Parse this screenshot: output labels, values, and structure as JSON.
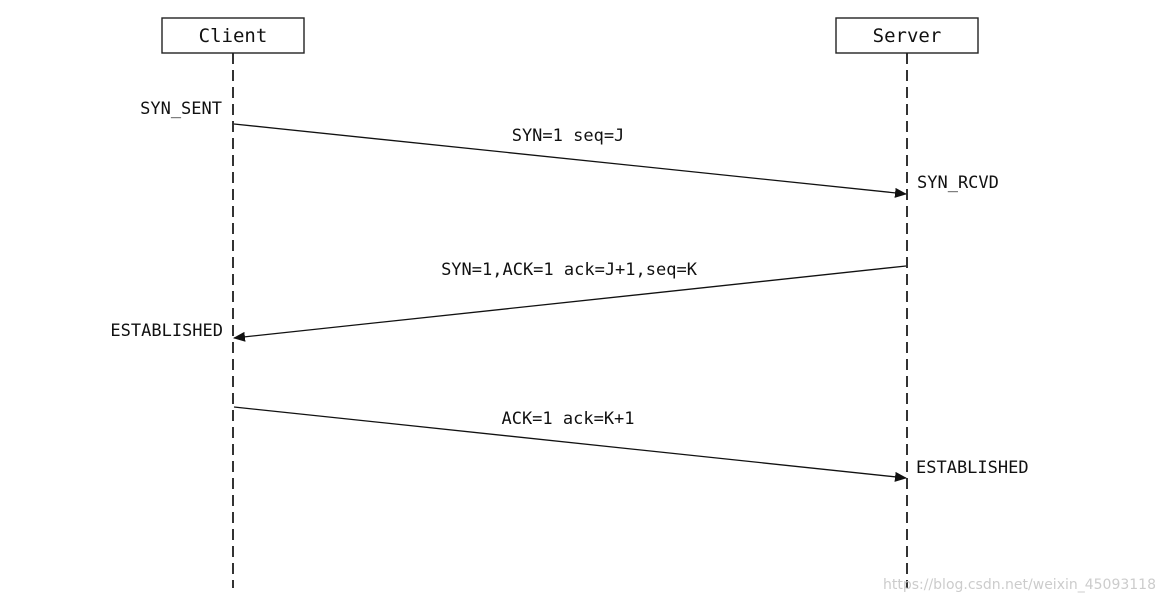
{
  "participants": {
    "client": "Client",
    "server": "Server"
  },
  "states": {
    "client_syn_sent": "SYN_SENT",
    "server_syn_rcvd": "SYN_RCVD",
    "client_established": "ESTABLISHED",
    "server_established": "ESTABLISHED"
  },
  "messages": {
    "syn": "SYN=1 seq=J",
    "syn_ack": "SYN=1,ACK=1 ack=J+1,seq=K",
    "ack": "ACK=1 ack=K+1"
  },
  "watermark": "https://blog.csdn.net/weixin_45093118"
}
